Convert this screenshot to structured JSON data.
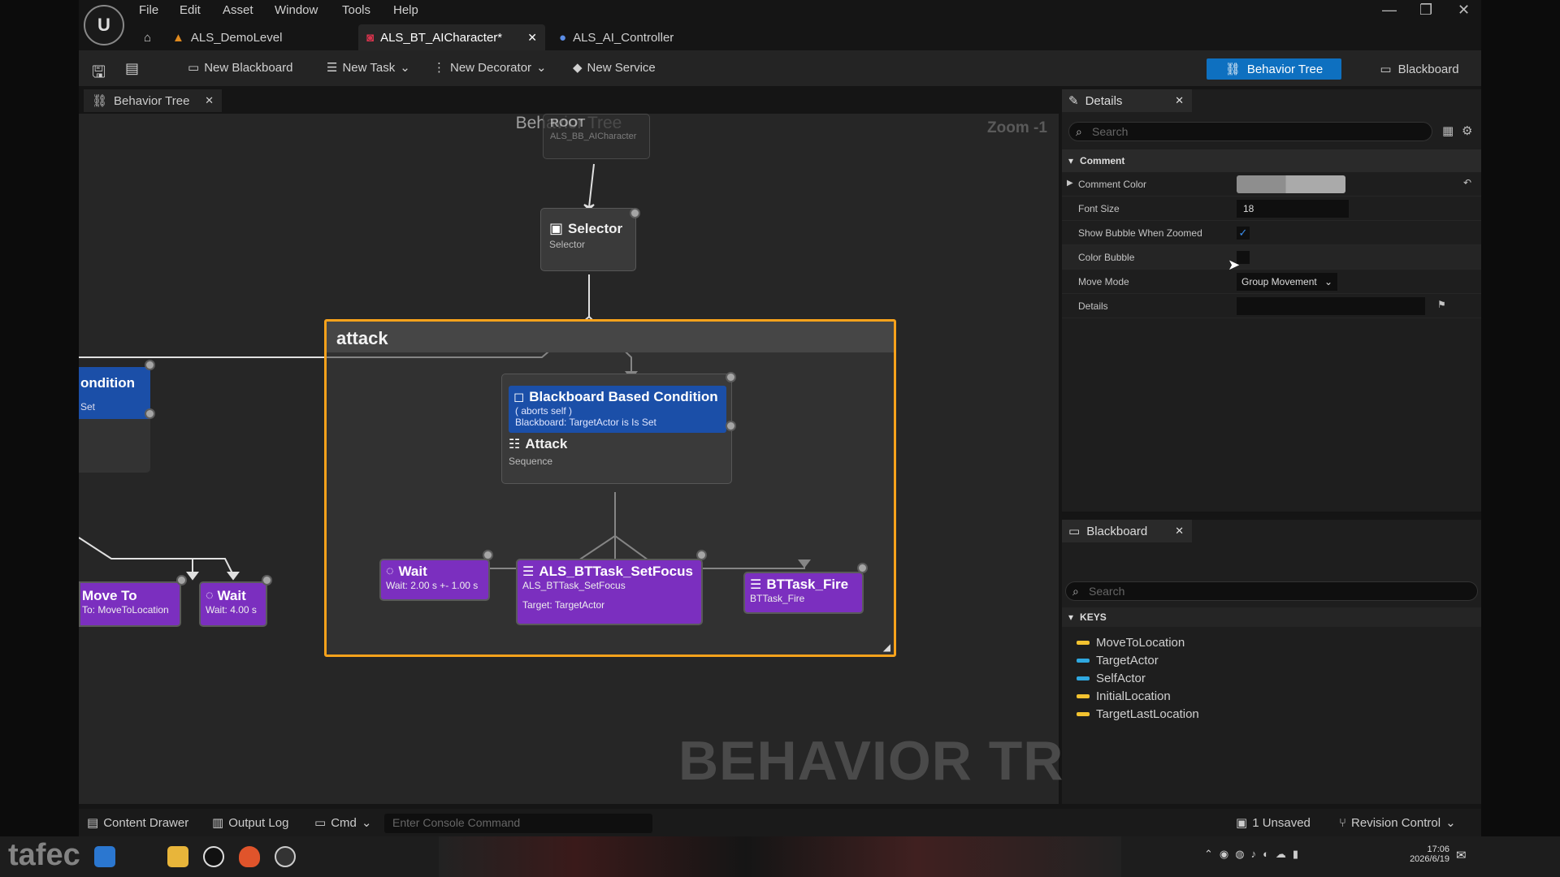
{
  "menu": [
    "File",
    "Edit",
    "Asset",
    "Window",
    "Tools",
    "Help"
  ],
  "tabs": [
    {
      "label": "ALS_DemoLevel"
    },
    {
      "label": "ALS_BT_AICharacter*"
    },
    {
      "label": "ALS_AI_Controller"
    }
  ],
  "toolbar": {
    "new_blackboard": "New Blackboard",
    "new_task": "New Task",
    "new_decorator": "New Decorator",
    "new_service": "New Service",
    "mode_behavior_tree": "Behavior Tree",
    "mode_blackboard": "Blackboard"
  },
  "graph": {
    "tab": "Behavior Tree",
    "title": "Behavior Tree",
    "zoom": "Zoom -1",
    "watermark": "BEHAVIOR TREE",
    "root": {
      "title": "ROOT",
      "sub": "ALS_BB_AICharacter"
    },
    "selector": {
      "title": "Selector",
      "sub": "Selector"
    },
    "comment": "attack",
    "left_cond": {
      "title": "ondition",
      "sub": "Set"
    },
    "left_move": {
      "title": "Move To",
      "sub": "To: MoveToLocation"
    },
    "left_wait": {
      "title": "Wait",
      "sub": "Wait: 4.00 s"
    },
    "bbcond": {
      "title": "Blackboard Based Condition",
      "line1": "( aborts self )",
      "line2": "Blackboard: TargetActor is Is Set"
    },
    "attack": {
      "title": "Attack",
      "sub": "Sequence"
    },
    "wait": {
      "title": "Wait",
      "sub": "Wait: 2.00 s +- 1.00 s"
    },
    "setfocus": {
      "title": "ALS_BTTask_SetFocus",
      "sub": "ALS_BTTask_SetFocus",
      "target": "Target: TargetActor"
    },
    "fire": {
      "title": "BTTask_Fire",
      "sub": "BTTask_Fire"
    }
  },
  "details": {
    "tab": "Details",
    "search_placeholder": "Search",
    "section": "Comment",
    "rows": [
      {
        "label": "Comment Color"
      },
      {
        "label": "Font Size",
        "value": "18"
      },
      {
        "label": "Show Bubble When Zoomed",
        "checked": true
      },
      {
        "label": "Color Bubble",
        "checked": false
      },
      {
        "label": "Move Mode",
        "value": "Group Movement"
      },
      {
        "label": "Details",
        "value": ""
      }
    ]
  },
  "blackboard": {
    "tab": "Blackboard",
    "search_placeholder": "Search",
    "section": "KEYS",
    "keys": [
      {
        "name": "MoveToLocation",
        "color": "#f2c230"
      },
      {
        "name": "TargetActor",
        "color": "#2fa8e0"
      },
      {
        "name": "SelfActor",
        "color": "#2fa8e0"
      },
      {
        "name": "InitialLocation",
        "color": "#f2c230"
      },
      {
        "name": "TargetLastLocation",
        "color": "#f2c230"
      }
    ]
  },
  "status": {
    "content_drawer": "Content Drawer",
    "output_log": "Output Log",
    "cmd": "Cmd",
    "console_placeholder": "Enter Console Command",
    "unsaved": "1 Unsaved",
    "revision_control": "Revision Control"
  },
  "taskbar": {
    "time": "17:06",
    "date": "2026/6/19",
    "overlay": "tafec"
  },
  "colors": {
    "accent": "#0e70c0",
    "comment_border": "#f7a21b",
    "decorator": "#1b4fa8",
    "task": "#7b2fbf"
  }
}
